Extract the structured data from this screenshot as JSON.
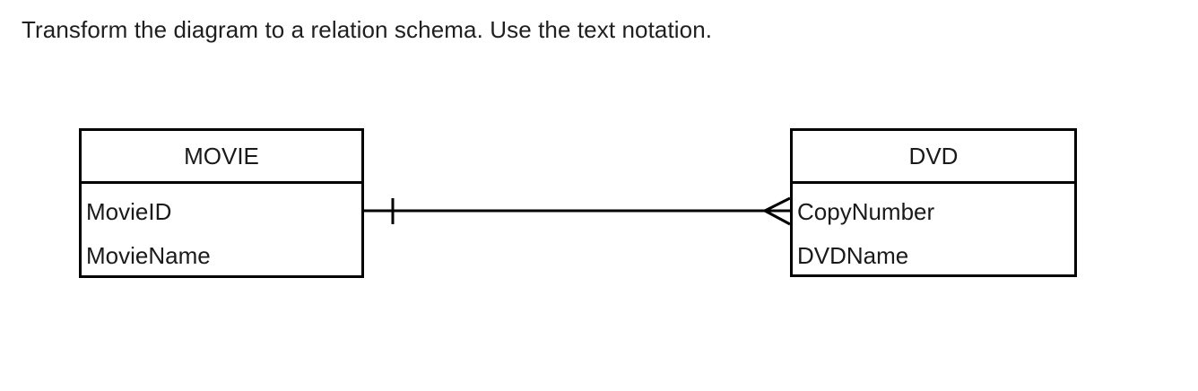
{
  "page": {
    "background_color": "#ffffff",
    "ink_color": "#000000",
    "prompt": "Transform the diagram to a relation schema. Use the text notation."
  },
  "diagram": {
    "type": "entity-relationship-diagram",
    "notation": "crow's foot",
    "entities": [
      {
        "id": "movie",
        "name": "MOVIE",
        "attributes": [
          "MovieID",
          "MovieName"
        ]
      },
      {
        "id": "dvd",
        "name": "DVD",
        "attributes": [
          "CopyNumber",
          "DVDName"
        ]
      }
    ],
    "relationship": {
      "from": "MOVIE",
      "to": "DVD",
      "from_cardinality_symbol": "one-tick",
      "to_cardinality_symbol": "crows-foot-many",
      "cardinality": "one-to-many",
      "label": ""
    }
  }
}
